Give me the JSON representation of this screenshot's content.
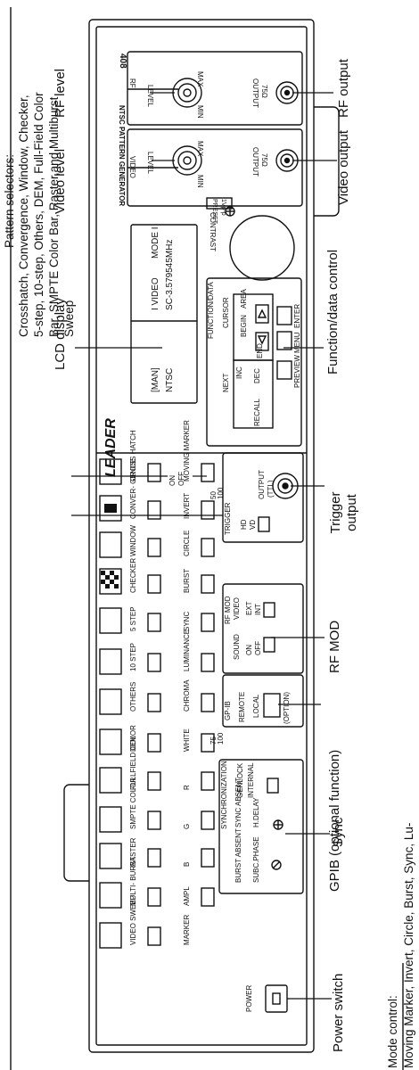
{
  "panel": {
    "brand": "LEADER",
    "model_title": "NTSC PATTERN GENERATOR",
    "model_number": "408",
    "rf_tag": "RF",
    "video_tag": "VIDEO",
    "rf_knob": {
      "title": "LEVEL",
      "min": "MIN",
      "max": "MAX"
    },
    "video_knob": {
      "title": "LEVEL",
      "min": "MIN",
      "max": "MAX",
      "preset": "PRESET",
      "preset_value": "1Vp-p"
    },
    "rf_output": {
      "title": "OUTPUT",
      "ohm": "75Ω"
    },
    "video_output": {
      "title": "OUTPUT",
      "ohm": "75Ω"
    },
    "contrast": "CONTRAST",
    "lcd": {
      "line1_left": "[MAN]",
      "line2_left": "NTSC",
      "line1_mid": "I VIDEO",
      "line1_right": "MODE I",
      "line2_right": "SC-3.579545MHz"
    },
    "function_data": {
      "title": "FUNCTION/DATA",
      "cursor": "CURSOR",
      "next": "NEXT",
      "inc": "INC",
      "recall": "RECALL",
      "dec": "DEC",
      "begin": "BEGIN",
      "area": "AREA",
      "end": "END",
      "menu": "MENU",
      "enter": "ENTER",
      "preview": "PREVIEW"
    },
    "patterns_top": [
      "CROSS HATCH",
      "CONVER- GENCE",
      "WINDOW",
      "CHECKER",
      "5 STEP",
      "10 STEP",
      "OTHERS",
      "DEM",
      "FULLFIELD COLOR",
      "SMPTE COLOR",
      "RASTER",
      "MULTI- BURST",
      "VIDEO SWEEP"
    ],
    "modes_bottom": [
      "MOVING MARKER",
      "INVERT",
      "CIRCLE",
      "BURST",
      "SYNC",
      "LUMINANCE",
      "CHROMA",
      "WHITE",
      "R",
      "G",
      "B",
      "AMPL",
      "MARKER"
    ],
    "on_off": {
      "on": "ON",
      "off": "OFF"
    },
    "white_scale": {
      "a": "75",
      "b": "100"
    },
    "ampl_scale": {
      "a": "50",
      "b": "100"
    },
    "sync": {
      "title": "SYNCHRONIZATION",
      "burst": "BURST ABSENT",
      "subc": "SUBC.PHASE",
      "sync_absent": "SYNC ABSENT",
      "hdelay": "H.DELAY",
      "genlock": "GENLOCK",
      "internal": "INTERNAL"
    },
    "gpib": {
      "title": "GP-IB",
      "remote": "REMOTE",
      "local": "LOCAL",
      "option": "(OPTION)"
    },
    "rfmod": {
      "title": "RF MOD",
      "sound": "SOUND",
      "video": "VIDEO",
      "on": "ON",
      "off": "OFF",
      "ext": "EXT",
      "int": "INT"
    },
    "trigger": {
      "title": "TRIGGER",
      "hd": "HD",
      "vd": "VD",
      "output": "OUTPUT",
      "ttl": "(TTL)"
    },
    "power": "POWER"
  },
  "callouts": {
    "rf_level": "RF level",
    "rf_output": "RF output",
    "video_level": "Video level",
    "video_output": "Video output",
    "lcd_display": "LCD display",
    "function_data_control": "Function/data control",
    "trigger_output": "Trigger output",
    "rf_mod": "RF MOD",
    "gpib": "GPIB (optional function)",
    "sync": "Sync",
    "power_switch": "Power switch"
  },
  "captions": {
    "pattern_title": "Pattern selectors:",
    "pattern_l1": "Crosshatch, Convergence, Window, Checker,",
    "pattern_l2": "5-step, 10-step, Others, DEM, Full-Field Color",
    "pattern_l3": "Bar, SMPTE Color Bar, Raster,and Multiburst",
    "pattern_l4": "Sweep",
    "mode_title": "Mode control:",
    "mode_l1": "Moving Marker, Invert, Circle, Burst, Sync, Lu-"
  }
}
